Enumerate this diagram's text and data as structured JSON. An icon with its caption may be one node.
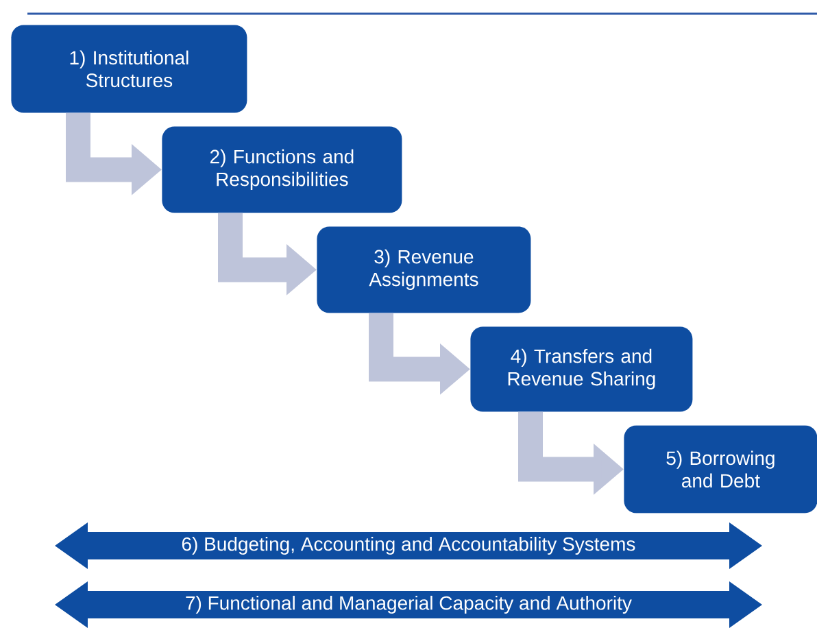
{
  "diagram": {
    "nodes": [
      {
        "text": [
          "1) Institutional Structures"
        ]
      },
      {
        "text": [
          "2) Functions and Responsibilities"
        ]
      },
      {
        "text": [
          "3) Revenue Assignments"
        ]
      },
      {
        "text": [
          "4) Transfers and Revenue Sharing"
        ]
      },
      {
        "text": [
          "5) Borrowing and Debt"
        ]
      },
      {
        "text": [
          "6) Budgeting, Accounting and Accountability Systems"
        ]
      },
      {
        "text": [
          "7) Functional and Managerial Capacity and Authority"
        ]
      }
    ],
    "edges": [
      {
        "from": 0,
        "to": 1,
        "arrow": "to"
      },
      {
        "from": 1,
        "to": 2,
        "arrow": "to"
      },
      {
        "from": 2,
        "to": 3,
        "arrow": "to"
      },
      {
        "from": 3,
        "to": 4,
        "arrow": "to"
      }
    ]
  }
}
